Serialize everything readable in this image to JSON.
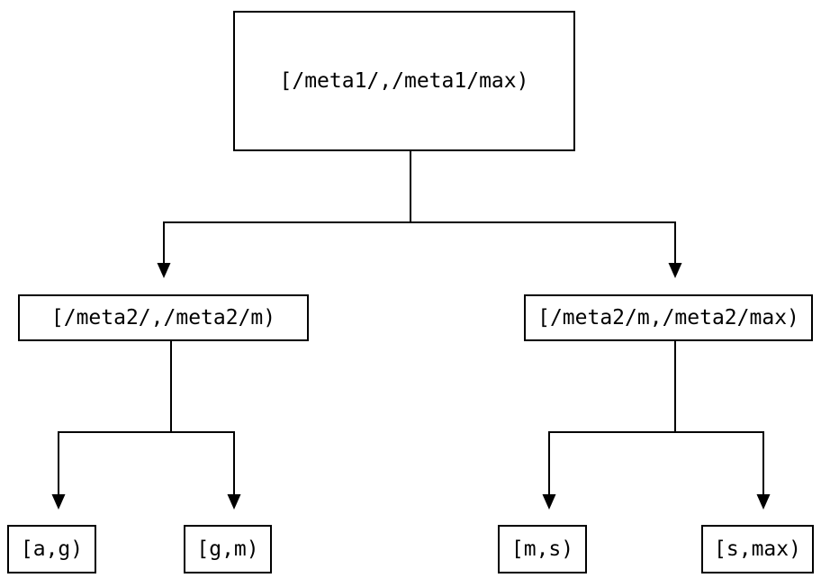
{
  "tree": {
    "root": {
      "label": "[/meta1/,/meta1/max)",
      "children": [
        {
          "label": "[/meta2/,/meta2/m)",
          "children": [
            {
              "label": "[a,g)"
            },
            {
              "label": "[g,m)"
            }
          ]
        },
        {
          "label": "[/meta2/m,/meta2/max)",
          "children": [
            {
              "label": "[m,s)"
            },
            {
              "label": "[s,max)"
            }
          ]
        }
      ]
    }
  },
  "colors": {
    "background": "#ffffff",
    "node_fill": "#ffffff",
    "node_border": "#000000",
    "edge": "#000000",
    "text": "#000000"
  }
}
